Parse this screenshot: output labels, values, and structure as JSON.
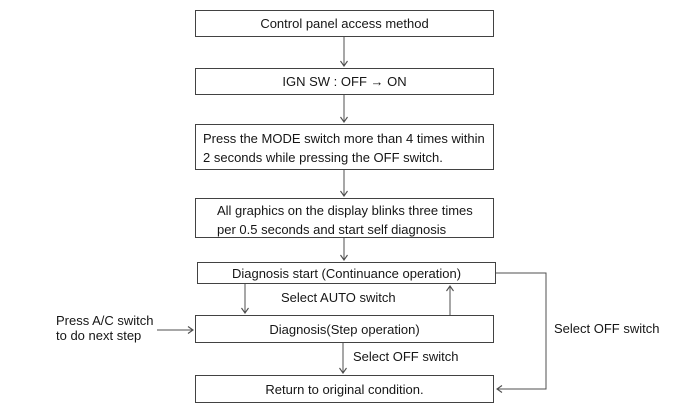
{
  "diagram": {
    "type": "flowchart",
    "title": "Control panel access method",
    "nodes": [
      {
        "id": "title",
        "label": "Control panel access method"
      },
      {
        "id": "ign-sw",
        "label": "IGN SW : OFF → ON"
      },
      {
        "id": "press-mode",
        "line1": "Press the MODE switch more than 4 times within",
        "line2": "2 seconds while pressing the OFF switch."
      },
      {
        "id": "graphics-blink",
        "line1": "All graphics on the display blinks three times",
        "line2": "per 0.5 seconds and start self diagnosis"
      },
      {
        "id": "diagnosis-start",
        "label": "Diagnosis start (Continuance operation)"
      },
      {
        "id": "diagnosis-step",
        "label": "Diagnosis(Step operation)"
      },
      {
        "id": "return",
        "label": "Return to original condition."
      }
    ],
    "edge_labels": {
      "select_auto": "Select AUTO switch",
      "select_off_to_return": "Select OFF switch",
      "select_off_loop": "Select OFF switch",
      "press_ac_line1": "Press A/C switch",
      "press_ac_line2": "to do next step"
    },
    "colors": {
      "background": "#ffffff",
      "box_border": "#424242",
      "connector": "#4f4f4f",
      "text": "#161616"
    }
  }
}
